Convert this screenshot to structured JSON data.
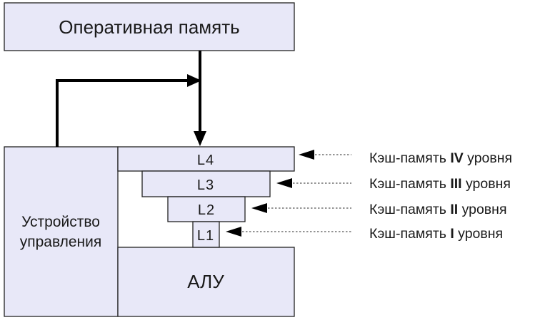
{
  "ram": {
    "label": "Оперативная память"
  },
  "control_unit": {
    "label_line1": "Устройство",
    "label_line2": "управления"
  },
  "alu": {
    "label": "АЛУ"
  },
  "caches": [
    {
      "name": "L4",
      "label_prefix": "Кэш-память ",
      "roman": "IV",
      "label_suffix": " уровня"
    },
    {
      "name": "L3",
      "label_prefix": "Кэш-память ",
      "roman": "III",
      "label_suffix": " уровня"
    },
    {
      "name": "L2",
      "label_prefix": "Кэш-память ",
      "roman": "II",
      "label_suffix": " уровня"
    },
    {
      "name": "L1",
      "label_prefix": "Кэш-память ",
      "roman": "I",
      "label_suffix": " уровня"
    }
  ],
  "colors": {
    "box_fill": "#e8e8f8",
    "outline": "#222222",
    "arrow": "#000000",
    "dashed": "#555555"
  }
}
